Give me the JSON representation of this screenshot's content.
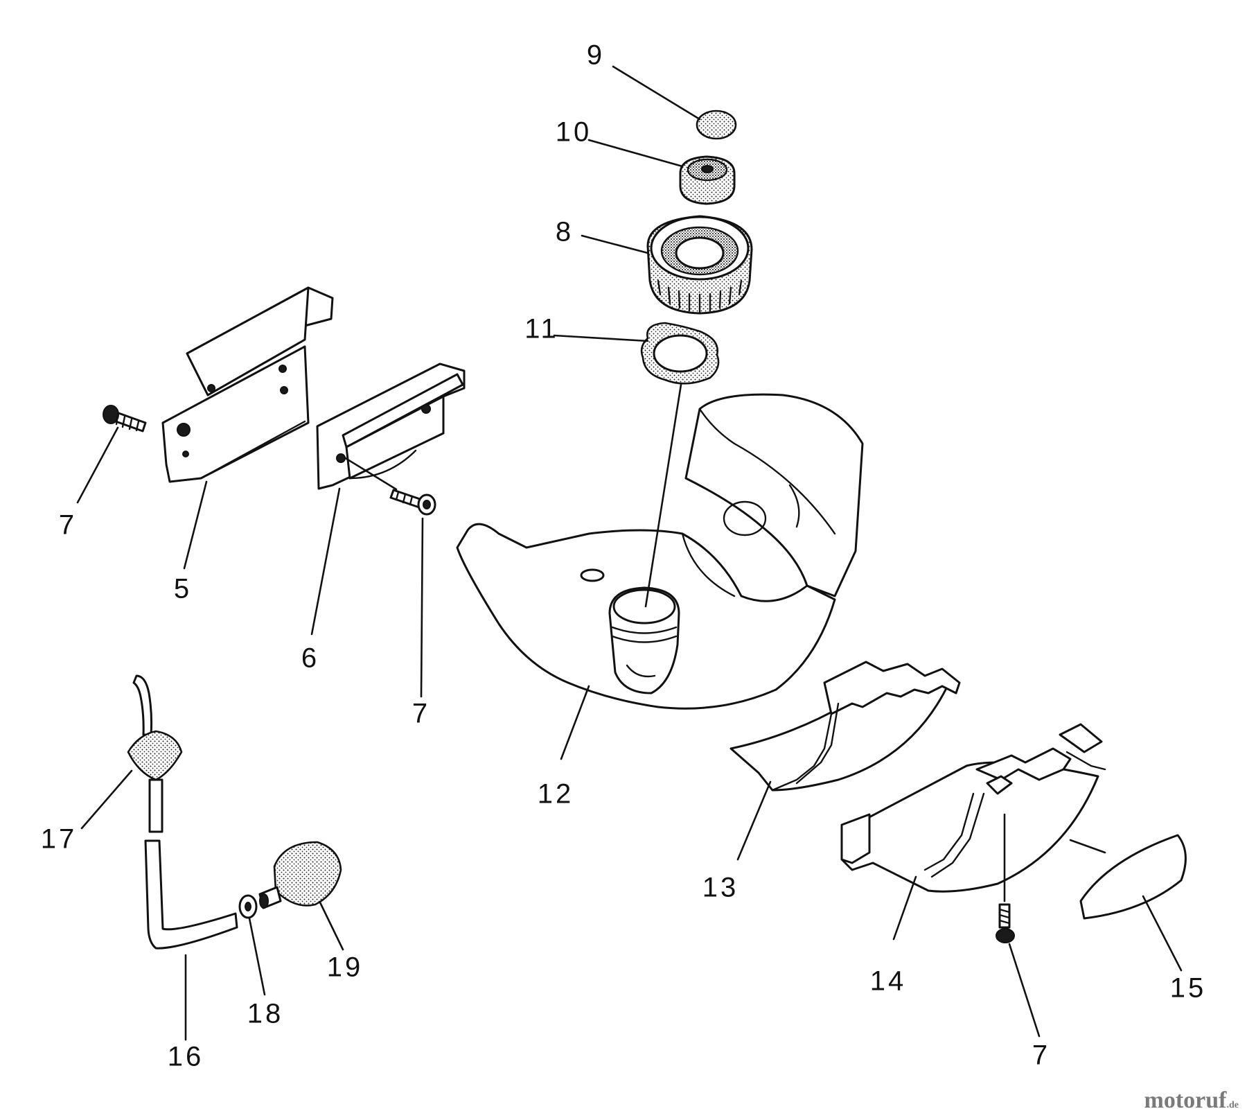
{
  "labels": {
    "p9": "9",
    "p10": "10",
    "p8": "8",
    "p11": "11",
    "p5": "5",
    "p7a": "7",
    "p6": "6",
    "p7b": "7",
    "p12": "12",
    "p13": "13",
    "p14": "14",
    "p15": "15",
    "p7c": "7",
    "p17": "17",
    "p16": "16",
    "p18": "18",
    "p19": "19"
  },
  "watermark": {
    "text": "motoruf",
    "tld": ".de"
  }
}
